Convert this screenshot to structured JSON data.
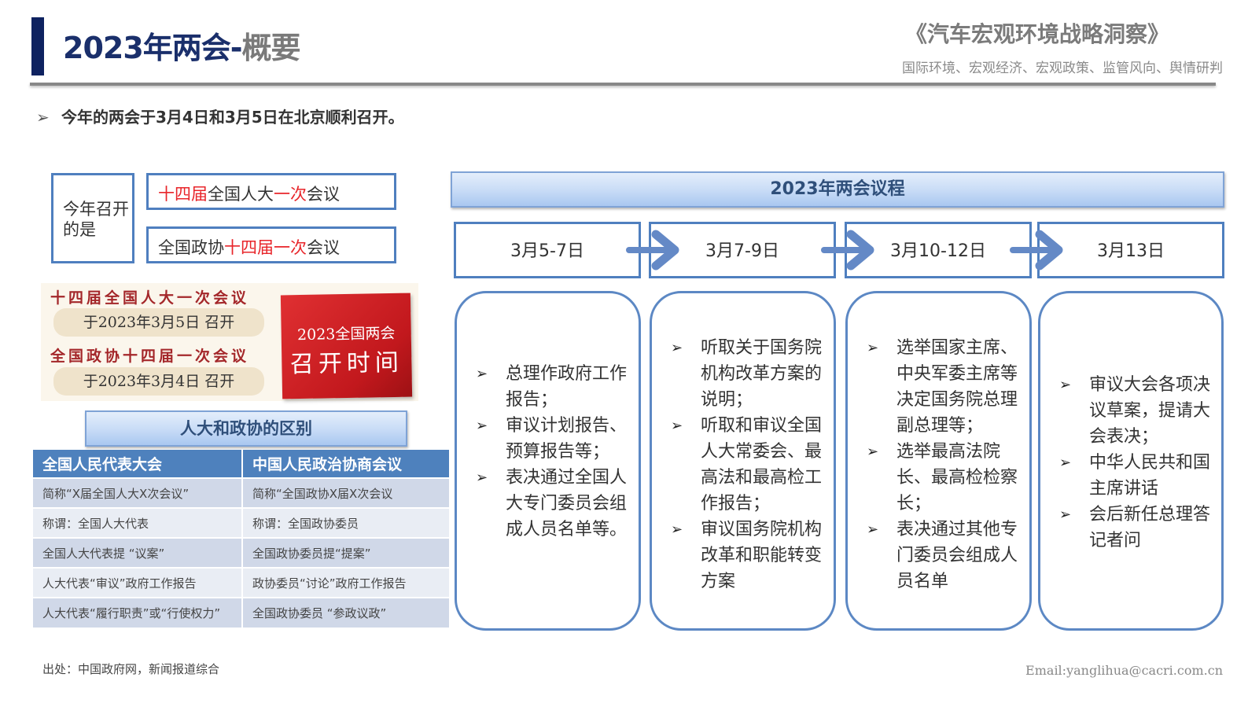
{
  "header": {
    "title_main": "2023年两会-",
    "title_gray": "概要",
    "brand_title": "《汽车宏观环境战略洞察》",
    "brand_subtitle": "国际环境、宏观经济、宏观政策、监管风向、舆情研判"
  },
  "intro": {
    "bullet_icon": "arrow-bullet-icon",
    "text": "今年的两会于3月4日和3月5日在北京顺利召开。"
  },
  "meetings": {
    "label": "今年召开的是",
    "npc": {
      "red1": "十四届",
      "black1": "全国人大",
      "red2": "一次",
      "black2": "会议"
    },
    "cppcc": {
      "black1": "全国政协",
      "red1": "十四届一次",
      "black2": "会议"
    },
    "accent_red": "#e8252a",
    "border_color": "#4f7fbf"
  },
  "poster": {
    "npc_title": "十四届全国人大一次会议",
    "npc_date": "于2023年3月5日 召开",
    "cppcc_title": "全国政协十四届一次会议",
    "cppcc_date": "于2023年3月4日 召开",
    "tag_line1": "2023全国两会",
    "tag_line2": "召开时间"
  },
  "differences": {
    "title": "人大和政协的区别",
    "columns": [
      "全国人民代表大会",
      "中国人民政治协商会议"
    ],
    "rows": [
      [
        "简称“X届全国人大X次会议”",
        "简称“全国政协X届X次会议"
      ],
      [
        "称谓：全国人大代表",
        "称谓：全国政协委员"
      ],
      [
        "全国人大代表提 “议案”",
        "全国政协委员提“提案”"
      ],
      [
        "人大代表“审议”政府工作报告",
        "政协委员“讨论”政府工作报告"
      ],
      [
        "人大代表“履行职责”或“行使权力”",
        "全国政协委员 “参政议政”"
      ]
    ]
  },
  "agenda": {
    "title": "2023年两会议程",
    "stages": [
      {
        "date": "3月5-7日",
        "items": [
          "总理作政府工作报告；",
          "审议计划报告、预算报告等；",
          "表决通过全国人大专门委员会组成人员名单等。"
        ]
      },
      {
        "date": "3月7-9日",
        "items": [
          "听取关于国务院机构改革方案的说明；",
          "听取和审议全国人大常委会、最高法和最高检工作报告；",
          "审议国务院机构改革和职能转变方案"
        ]
      },
      {
        "date": "3月10-12日",
        "items": [
          "选举国家主席、中央军委主席等决定国务院总理副总理等；",
          "选举最高法院长、最高检检察长；",
          "表决通过其他专门委员会组成人员名单"
        ]
      },
      {
        "date": "3月13日",
        "items": [
          "审议大会各项决议草案，提请大会表决；",
          "中华人民共和国主席讲话",
          "会后新任总理答记者问"
        ]
      }
    ],
    "bullet": "➢",
    "arrow_color": "#6489c6"
  },
  "footer": {
    "source": "出处：中国政府网，新闻报道综合",
    "email": "Email:yanglihua@cacri.com.cn"
  }
}
